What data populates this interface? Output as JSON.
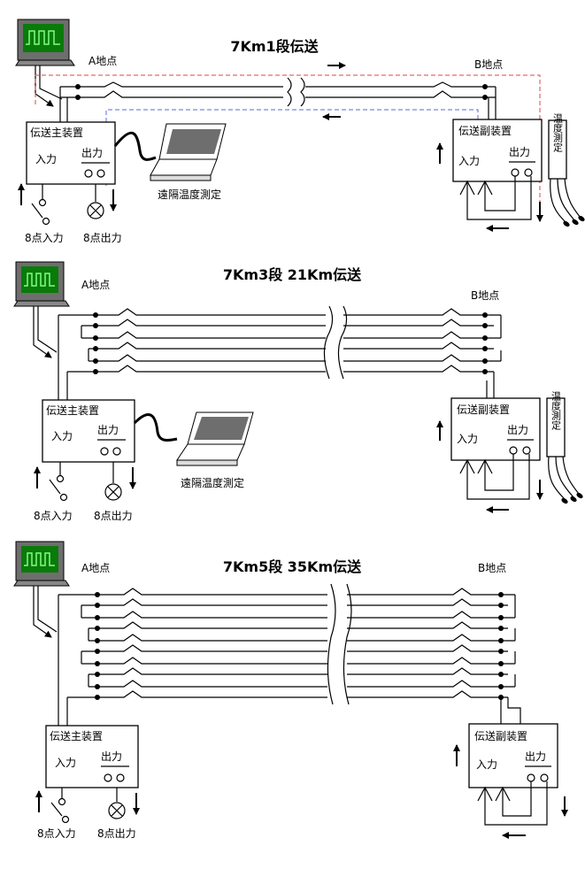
{
  "panels": [
    {
      "title": "7Km1段伝送",
      "site_a": "A地点",
      "site_b": "B地点",
      "master": "伝送主装置",
      "slave": "伝送副装置",
      "input": "入力",
      "output": "出力",
      "points_in": "8点入力",
      "points_out": "8点出力",
      "remote_temp": "遠隔温度測定",
      "temp_measure": "温度測定"
    },
    {
      "title": "7Km3段  21Km伝送",
      "site_a": "A地点",
      "site_b": "B地点",
      "master": "伝送主装置",
      "slave": "伝送副装置",
      "input": "入力",
      "output": "出力",
      "points_in": "8点入力",
      "points_out": "8点出力",
      "remote_temp": "遠隔温度測定",
      "temp_measure": "温度測定"
    },
    {
      "title": "7Km5段  35Km伝送",
      "site_a": "A地点",
      "site_b": "B地点",
      "master": "伝送主装置",
      "slave": "伝送副装置",
      "input": "入力",
      "output": "出力",
      "points_in": "8点入力",
      "points_out": "8点出力"
    }
  ],
  "colors": {
    "monitor_frame": "#6e6e6e",
    "monitor_screen": "#0a7a0a",
    "waveform": "#7cff7c",
    "laptop_screen": "#6e6e6e",
    "loop_red": "#e04040",
    "loop_blue": "#5a6ad8"
  }
}
